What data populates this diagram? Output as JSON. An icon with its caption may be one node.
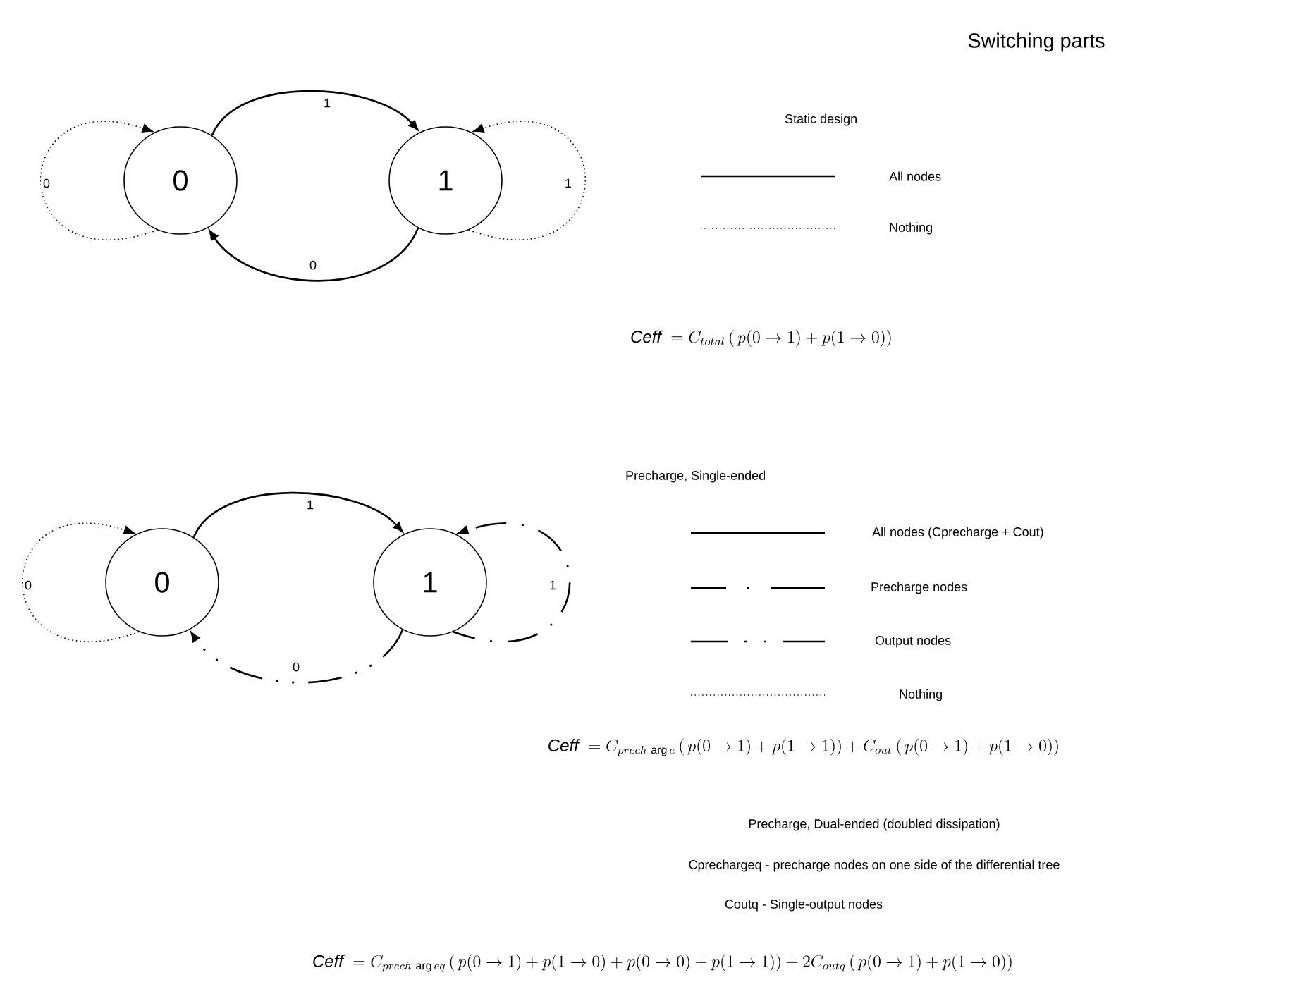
{
  "diagram": {
    "title": "Switching parts",
    "nodes": [
      {
        "text": [
          "0"
        ]
      },
      {
        "text": [
          "1"
        ]
      },
      {
        "text": [
          "0"
        ]
      },
      {
        "text": [
          "1"
        ]
      }
    ],
    "edges": [
      {
        "from": 0,
        "to": 1,
        "arrow": "to",
        "label": "1"
      },
      {
        "from": 1,
        "to": 0,
        "arrow": "to",
        "label": "0"
      },
      {
        "from": 0,
        "to": 0,
        "arrow": "to",
        "label": "0",
        "style": "dashed"
      },
      {
        "from": 1,
        "to": 1,
        "arrow": "to",
        "label": "1",
        "style": "dashed"
      },
      {
        "from": 2,
        "to": 3,
        "arrow": "to",
        "label": "1"
      },
      {
        "from": 3,
        "to": 2,
        "arrow": "to",
        "label": "0",
        "style": "dashed"
      },
      {
        "from": 2,
        "to": 2,
        "arrow": "to",
        "label": "0",
        "style": "dashed"
      },
      {
        "from": 3,
        "to": 3,
        "arrow": "to",
        "label": "1",
        "style": "dashed"
      }
    ],
    "labels": [
      "Static design",
      "\\mathit{Ceff}\\ = C_{total}\\,(\\,p(0\\rightarrow 1) + p(1\\rightarrow 0))",
      "Precharge, Single-ended",
      "\\mathit{Ceff}\\ = C_{prech\\,\\arg e}\\,(\\,p(0\\rightarrow 1) + p(1\\rightarrow 1)) + C_{out}\\,(\\,p(0\\rightarrow 1) + p(1\\rightarrow 0))",
      "Precharge, Dual-ended (doubled dissipation)",
      "Cprechargeq - precharge nodes on one side of the differential tree",
      "Coutq - Single-output nodes",
      "\\mathit{Ceff}\\ = C_{prech\\,\\arg eq}\\,(\\,p(0\\rightarrow 1) + p(1\\rightarrow 0) + p(0\\rightarrow 0) + p(1\\rightarrow 1)) + 2C_{outq}\\,(\\,p(0\\rightarrow 1) + p(1\\rightarrow 0))"
    ],
    "legend": [
      {
        "text": "All nodes"
      },
      {
        "text": "Nothing"
      },
      {
        "text": "All nodes (Cprecharge + Cout)"
      },
      {
        "text": "Precharge nodes"
      },
      {
        "text": "Output nodes"
      },
      {
        "text": "Nothing"
      }
    ]
  }
}
